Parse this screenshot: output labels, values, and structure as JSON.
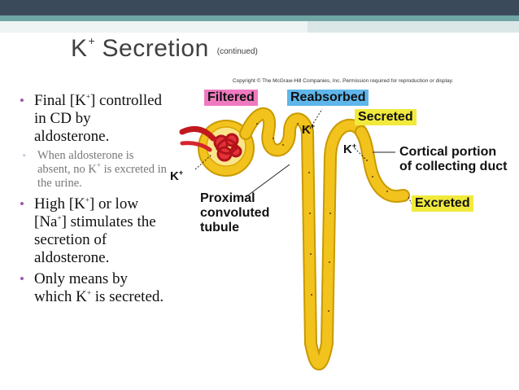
{
  "slide": {
    "title": "K",
    "title_sup": "+",
    "title_main": " Secretion",
    "title_sub": "(continued)"
  },
  "bullets": {
    "b1_a": "Final [K",
    "b1_sup": "+",
    "b1_b": "] controlled in CD by aldosterone.",
    "sub1_a": "When aldosterone is absent, no K",
    "sub1_sup": "+",
    "sub1_b": " is excreted in the urine.",
    "b2_a": "High [K",
    "b2_sup1": "+",
    "b2_b": "] or low [Na",
    "b2_sup2": "+",
    "b2_c": "] stimulates the secretion of aldosterone.",
    "b3_a": "Only means by which K",
    "b3_sup": "+",
    "b3_b": " is secreted."
  },
  "figure": {
    "copyright": "Copyright © The McGraw-Hill Companies, Inc. Permission required for reproduction or display.",
    "tags": {
      "filtered": "Filtered",
      "reabsorbed": "Reabsorbed",
      "secreted": "Secreted",
      "excreted": "Excreted"
    },
    "labels": {
      "cortical_1": "Cortical portion",
      "cortical_2": "of collecting duct",
      "pct_1": "Proximal",
      "pct_2": "convoluted",
      "pct_3": "tubule",
      "k": "K",
      "k_sup": "+"
    },
    "colors": {
      "filtered": "#f07ac0",
      "reabsorbed": "#5fb6ea",
      "secreted": "#f1ea3d",
      "tubule": "#f2c21d"
    }
  }
}
